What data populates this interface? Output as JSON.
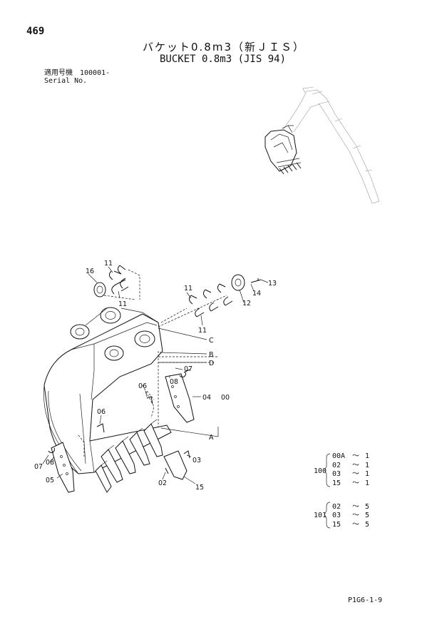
{
  "header": {
    "page_number": "469",
    "title_jp": "バケット0.8m3（新ＪＩＳ）",
    "title_en": "BUCKET 0.8m3 (JIS 94)",
    "serial_jp": "適用号機　100001-",
    "serial_en": "Serial No."
  },
  "callouts": {
    "c16": "16",
    "c11a": "11",
    "c11b": "11",
    "c11c": "11",
    "c11d": "11",
    "c13": "13",
    "c14": "14",
    "c12": "12",
    "cC": "C",
    "cB": "B",
    "cD": "D",
    "cA": "A",
    "c07a": "07",
    "c08a": "08",
    "c06a": "06",
    "c04": "04",
    "c00": "00",
    "c06b": "06",
    "c07b": "07",
    "c08b": "08",
    "c05": "05",
    "c03": "03",
    "c02": "02",
    "c15": "15"
  },
  "kits": {
    "kit100": {
      "id": "100",
      "rows": [
        {
          "part": "00A",
          "sep": "～",
          "qty": "1"
        },
        {
          "part": "02",
          "sep": "～",
          "qty": "1"
        },
        {
          "part": "03",
          "sep": "～",
          "qty": "1"
        },
        {
          "part": "15",
          "sep": "～",
          "qty": "1"
        }
      ]
    },
    "kit101": {
      "id": "101",
      "rows": [
        {
          "part": "02",
          "sep": "～",
          "qty": "5"
        },
        {
          "part": "03",
          "sep": "～",
          "qty": "5"
        },
        {
          "part": "15",
          "sep": "～",
          "qty": "5"
        }
      ]
    }
  },
  "footer": {
    "code": "P1G6-1-9"
  }
}
